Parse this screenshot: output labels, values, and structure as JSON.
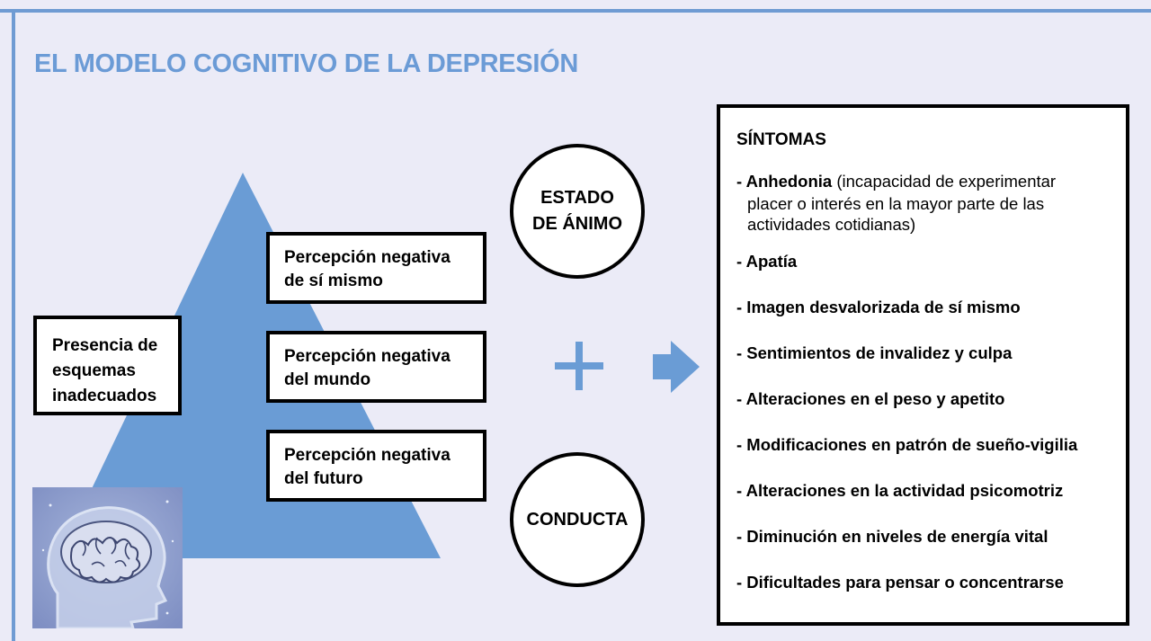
{
  "title": "EL MODELO COGNITIVO DE LA DEPRESIÓN",
  "colors": {
    "accent": "#6b9bd6",
    "frame": "#6f9bd3",
    "triangle": "#6a9cd5",
    "background": "#ebebf7"
  },
  "schemas_box": {
    "lines": [
      "Presencia de",
      "esquemas",
      "inadecuados"
    ]
  },
  "perceptions": [
    {
      "lines": [
        "Percepción negativa",
        "de sí mismo"
      ]
    },
    {
      "lines": [
        "Percepción negativa",
        "del mundo"
      ]
    },
    {
      "lines": [
        "Percepción negativa",
        "del futuro"
      ]
    }
  ],
  "circles": {
    "mood": {
      "lines": [
        "ESTADO",
        "DE ÁNIMO"
      ]
    },
    "behavior": {
      "lines": [
        "CONDUCTA"
      ]
    }
  },
  "plus_icon": "plus-icon",
  "arrow_icon": "arrow-right-icon",
  "brain_icon": "brain-head-icon",
  "symptoms": {
    "title": "SÍNTOMAS",
    "first": {
      "term": "- Anhedonia",
      "desc_line1": " (incapacidad de experimentar",
      "desc_line2": "placer o interés en la mayor parte de las",
      "desc_line3": "actividades cotidianas)"
    },
    "items": [
      "- Apatía",
      "- Imagen desvalorizada de sí mismo",
      "- Sentimientos de invalidez y culpa",
      "- Alteraciones en el peso y apetito",
      "- Modificaciones en patrón de sueño-vigilia",
      "- Alteraciones en la actividad psicomotriz",
      "- Diminución en niveles de energía vital",
      "- Dificultades para pensar o concentrarse"
    ]
  }
}
